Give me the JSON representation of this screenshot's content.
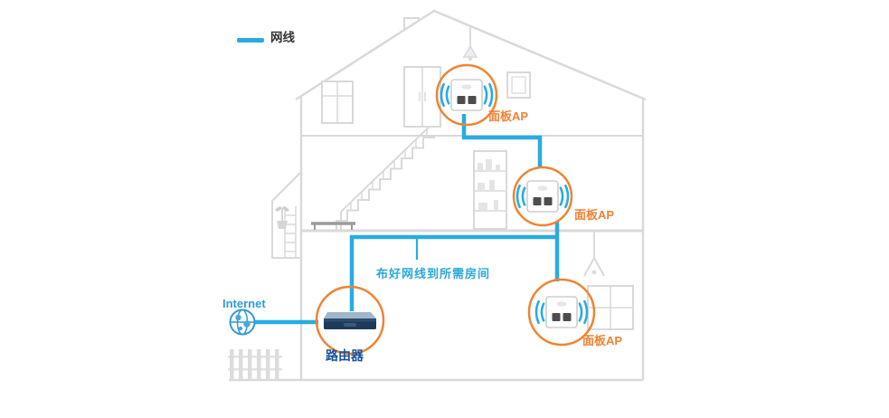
{
  "legend": {
    "cable_label": "网线"
  },
  "labels": {
    "internet": "Internet",
    "router": "路由器",
    "instruction": "布好网线到所需房间",
    "ap_attic": "面板AP",
    "ap_middle": "面板AP",
    "ap_ground": "面板AP"
  },
  "icons": {
    "internet": "globe-icon",
    "router": "router-device",
    "wall_ap": "wall-panel-ap-device",
    "cable": "blue-network-cable-line",
    "highlight": "orange-highlight-circle"
  },
  "colors": {
    "cable_blue": "#29abe2",
    "house_outline_gray": "#d9d9d9",
    "highlight_orange": "#ee8433",
    "ap_label_orange": "#f08233",
    "router_label_blue": "#17519c",
    "internet_label_blue": "#2e9bd6",
    "instruction_blue": "#2ba7dd"
  }
}
